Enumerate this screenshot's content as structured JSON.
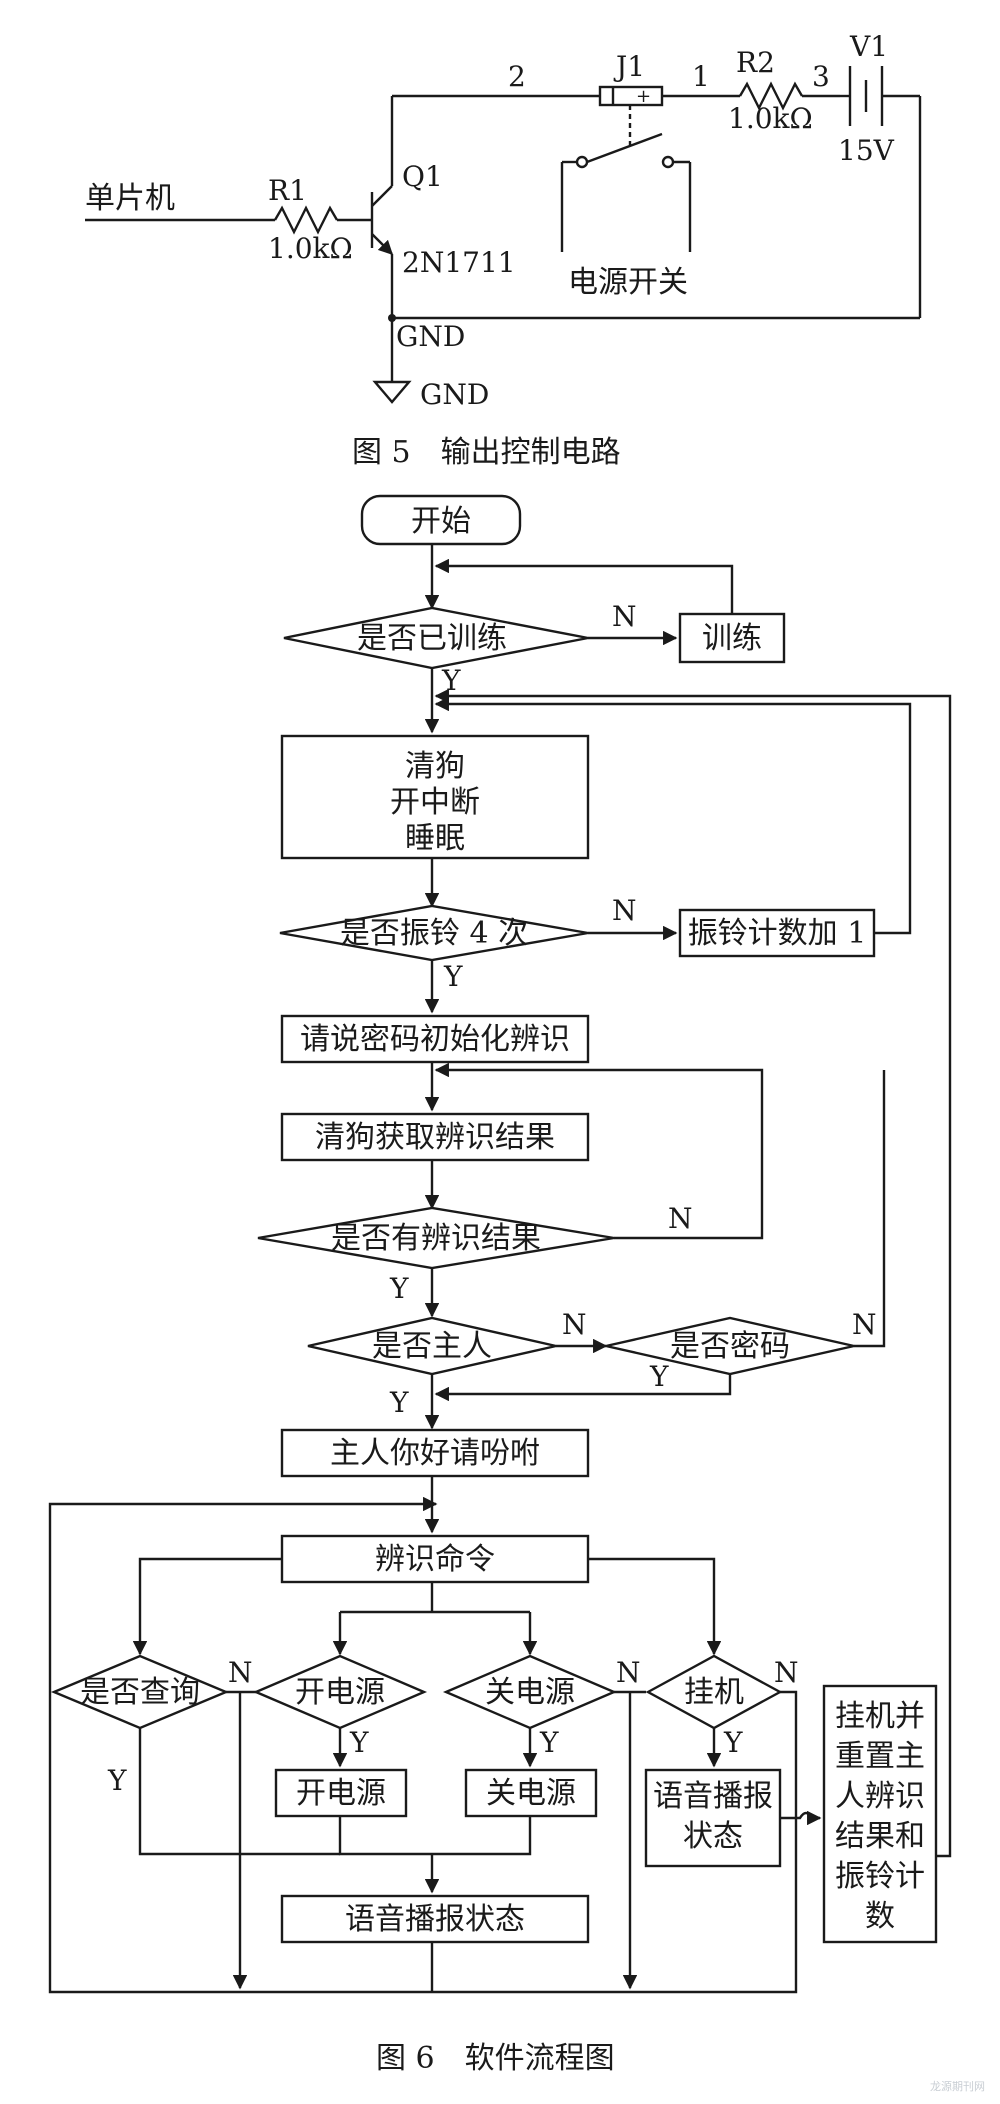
{
  "figure5": {
    "caption": "图 5　输出控制电路",
    "labels": {
      "mcu": "单片机",
      "r1": "R1",
      "r1_value": "1.0kΩ",
      "q1": "Q1",
      "q1_model": "2N1711",
      "node2": "2",
      "j1": "J1",
      "node1": "1",
      "r2": "R2",
      "r2_value": "1.0kΩ",
      "node3": "3",
      "v1": "V1",
      "v1_value": "15V",
      "power_switch": "电源开关",
      "gnd_net": "GND",
      "gnd_symbol": "GND"
    }
  },
  "figure6": {
    "caption": "图 6　软件流程图",
    "nodes": {
      "start": "开始",
      "trained_q": "是否已训练",
      "train": "训练",
      "init1": "清狗",
      "init2": "开中断",
      "init3": "睡眠",
      "ring_q": "是否振铃 4 次",
      "ring_inc": "振铃计数加 1",
      "say_pwd": "请说密码初始化辨识",
      "get_result": "清狗获取辨识结果",
      "has_result_q": "是否有辨识结果",
      "owner_q": "是否主人",
      "pwd_q": "是否密码",
      "greet": "主人你好请吩咐",
      "recog_cmd": "辨识命令",
      "query_q": "是否查询",
      "power_on_q": "开电源",
      "power_off_q": "关电源",
      "hangup_q": "挂机",
      "power_on": "开电源",
      "power_off": "关电源",
      "announce_right1": "语音播报",
      "announce_right2": "状态",
      "reset1": "挂机并",
      "reset2": "重置主",
      "reset3": "人辨识",
      "reset4": "结果和",
      "reset5": "振铃计",
      "reset6": "数",
      "announce": "语音播报状态"
    },
    "edge_labels": {
      "yes": "Y",
      "no": "N"
    }
  },
  "watermark": "龙源期刊网"
}
